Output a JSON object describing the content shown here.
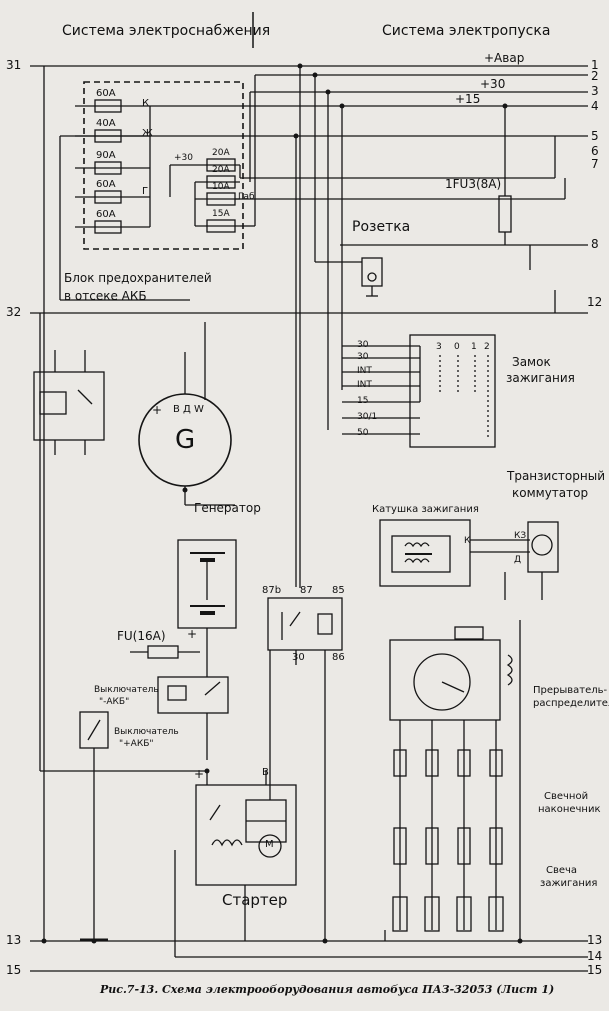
{
  "diagram": {
    "sections": {
      "power": "Система электроснабжения",
      "start": "Система электропуска"
    },
    "left_wires": {
      "w31": "31",
      "w32": "32",
      "w13": "13",
      "w15": "15"
    },
    "right_wires": [
      "1",
      "2",
      "3",
      "4",
      "5",
      "6",
      "7",
      "8",
      "12",
      "13",
      "14",
      "15"
    ],
    "bus_labels": {
      "avar": "+Авар",
      "p30": "+30",
      "p15": "+15"
    },
    "fuses_left": [
      {
        "rating": "60А",
        "code": "К"
      },
      {
        "rating": "40А",
        "code": "Ж"
      },
      {
        "rating": "90А",
        "code": ""
      },
      {
        "rating": "60А",
        "code": "Г"
      },
      {
        "rating": "60А",
        "code": ""
      }
    ],
    "fuses_right": [
      {
        "rating": "20А"
      },
      {
        "rating": "20А"
      },
      {
        "rating": "10А"
      },
      {
        "rating": "15А"
      }
    ],
    "labels": {
      "plus30_small": "+30",
      "gab": "Габ",
      "fuse_block": "Блок предохранителей",
      "fuse_block2": "в отсеке АКБ",
      "fu3": "1FU3(8А)",
      "socket": "Розетка",
      "generator_letter": "G",
      "gen_plus": "+",
      "gen_terms": "В Д W",
      "generator": "Генератор",
      "lock": "Замок",
      "lock2": "зажигания",
      "ign_coil": "Катушка зажигания",
      "transistor": "Транзисторный",
      "transistor2": "коммутатор",
      "k": "К",
      "k3": "КЗ",
      "d": "Д",
      "fu16": "FU(16А)",
      "batt_plus": "+",
      "sw_minus": "Выключатель",
      "sw_minus2": "\"-АКБ\"",
      "sw_plus": "Выключатель",
      "sw_plus2": "\"+АКБ\"",
      "relay_87b": "87b",
      "relay_87": "87",
      "relay_85": "85",
      "relay_30": "30",
      "relay_86": "86",
      "distributor": "Прерыватель-",
      "distributor2": "распределитель",
      "plug_cap": "Свечной",
      "plug_cap2": "наконечник",
      "plug": "Свеча",
      "plug2": "зажигания",
      "starter_plus": "+",
      "starter_b": "В",
      "motor_m": "М",
      "starter": "Стартер"
    },
    "lock_terminals": [
      "30",
      "30",
      "INT",
      "INT",
      "15",
      "30/1",
      "50"
    ],
    "lock_positions": [
      "3",
      "0",
      "1",
      "2"
    ],
    "caption": "Рис.7-13. Схема электрооборудования автобуса ПАЗ-32053 (Лист 1)"
  }
}
